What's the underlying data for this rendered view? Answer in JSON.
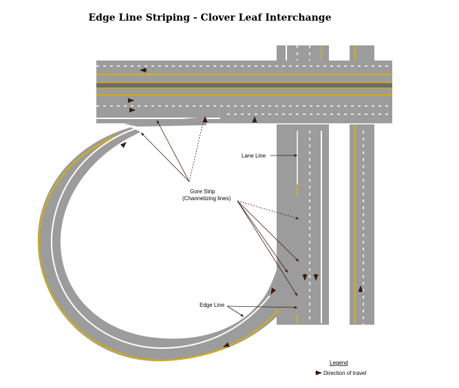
{
  "title": "Edge Line Striping - Clover Leaf Interchange",
  "labels": {
    "lane_line": "Lane Line",
    "gore_strip_1": "Gore Strip",
    "gore_strip_2": "(Channelizing lines)",
    "edge_line": "Edge Line"
  },
  "legend": {
    "title": "Legend",
    "item": "Direction of travel"
  },
  "colors": {
    "pavement": "#9c9c9c",
    "median": "#6b6b73",
    "yellow_line": "#d8b000",
    "white_line": "#ffffff",
    "arrow": "#4a2a1a"
  }
}
